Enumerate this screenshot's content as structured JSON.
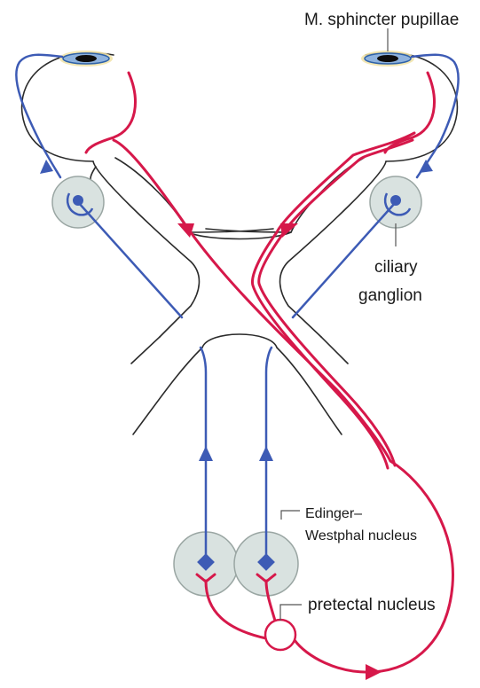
{
  "labels": {
    "sphincter": "M. sphincter pupillae",
    "ciliary_line1": "ciliary",
    "ciliary_line2": "ganglion",
    "ew_line1": "Edinger–",
    "ew_line2": "Westphal nucleus",
    "pretectal": "pretectal nucleus"
  },
  "colors": {
    "afferent": "#d6184a",
    "efferent": "#3d5bb5",
    "outline": "#2b2b2b",
    "nucleus_fill": "#d9e2e0",
    "nucleus_stroke": "#9aa6a3",
    "iris_blue": "#2f62a8",
    "lens_yellow": "#f1e3a6"
  }
}
